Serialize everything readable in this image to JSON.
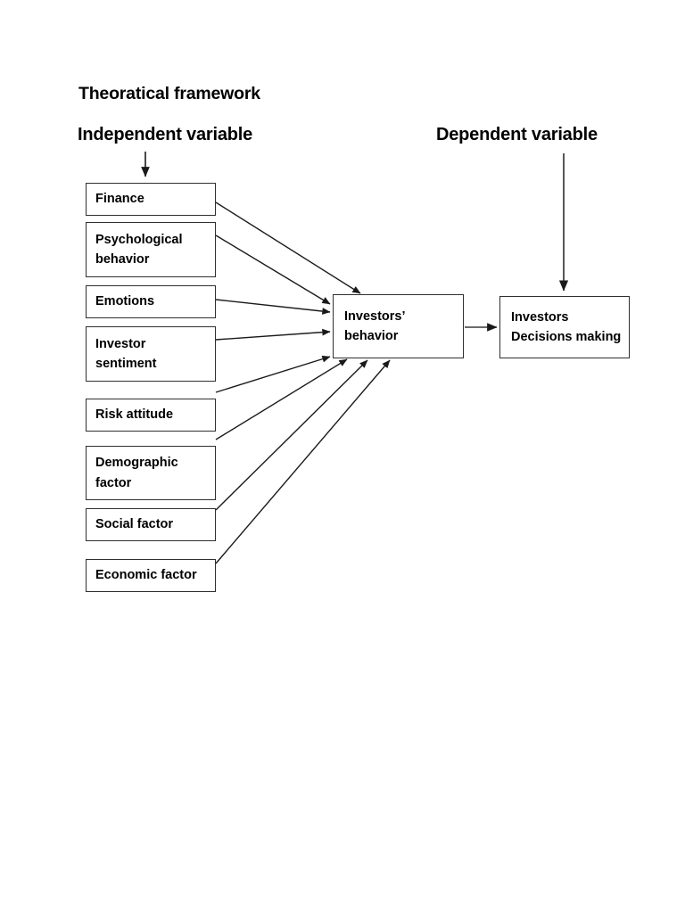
{
  "page": {
    "title": "Theoratical framework",
    "background_color": "#ffffff",
    "line_color": "#2f2f2f",
    "text_color": "#000000"
  },
  "headings": {
    "independent": "Independent variable",
    "dependent": "Dependent variable"
  },
  "independent_variables": [
    {
      "id": "finance",
      "lines": [
        "Finance"
      ]
    },
    {
      "id": "psychological",
      "lines": [
        "Psychological",
        "behavior"
      ]
    },
    {
      "id": "emotions",
      "lines": [
        "Emotions"
      ]
    },
    {
      "id": "investor-sentiment",
      "lines": [
        "Investor",
        "sentiment"
      ]
    },
    {
      "id": "risk-attitude",
      "lines": [
        "Risk attitude"
      ]
    },
    {
      "id": "demographic",
      "lines": [
        "Demographic",
        "factor"
      ]
    },
    {
      "id": "social-factor",
      "lines": [
        "Social factor"
      ]
    },
    {
      "id": "economic-factor",
      "lines": [
        "Economic factor"
      ]
    }
  ],
  "mediator": {
    "id": "investors-behavior",
    "lines": [
      "Investors’",
      "behavior"
    ]
  },
  "dependent_variable": {
    "id": "investors-decisions-making",
    "lines": [
      "Investors",
      "Decisions making"
    ]
  },
  "connectors": {
    "independent_pointer_label": "arrow from Independent variable heading to Finance box",
    "dependent_pointer_label": "arrow from Dependent variable heading to Investors Decisions making box",
    "mediator_to_dependent_label": "arrow from Investors behavior to Investors Decisions making",
    "count_to_mediator": 8
  }
}
